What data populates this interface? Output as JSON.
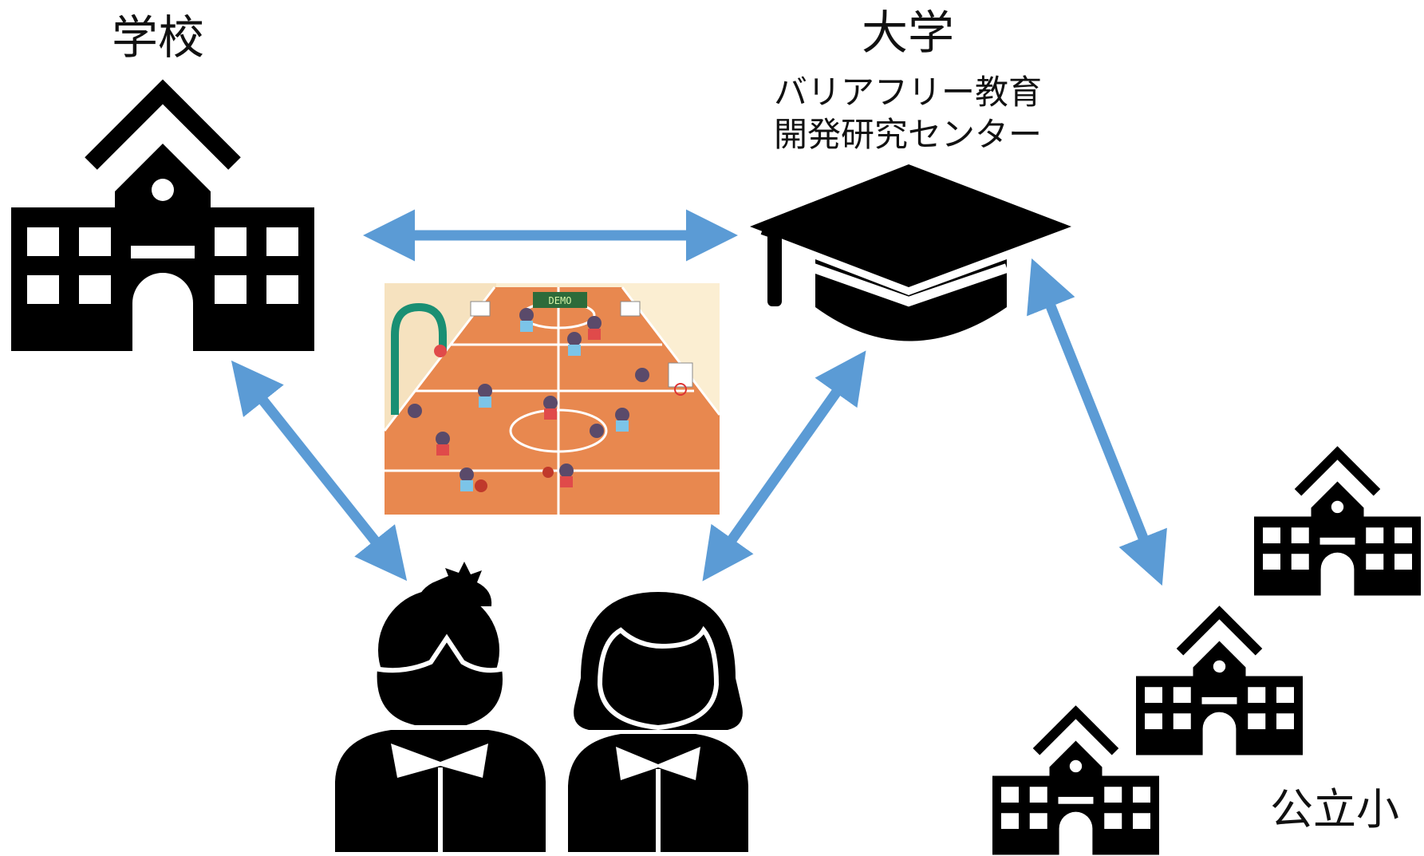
{
  "labels": {
    "school": "学校",
    "university": "大学",
    "center_line1": "バリアフリー教育",
    "center_line2": "開発研究センター",
    "public_schools": "公立小"
  },
  "illustration": {
    "scoreboard_text": "DEMO"
  },
  "colors": {
    "arrow": "#5b9bd5",
    "icon": "#000000",
    "court": "#e8884f",
    "court_lines": "#ffffff",
    "gym_wall": "#fbeed2"
  },
  "icons": [
    "school-building-icon",
    "graduation-cap-icon",
    "boy-student-icon",
    "girl-student-icon",
    "school-building-icon"
  ]
}
